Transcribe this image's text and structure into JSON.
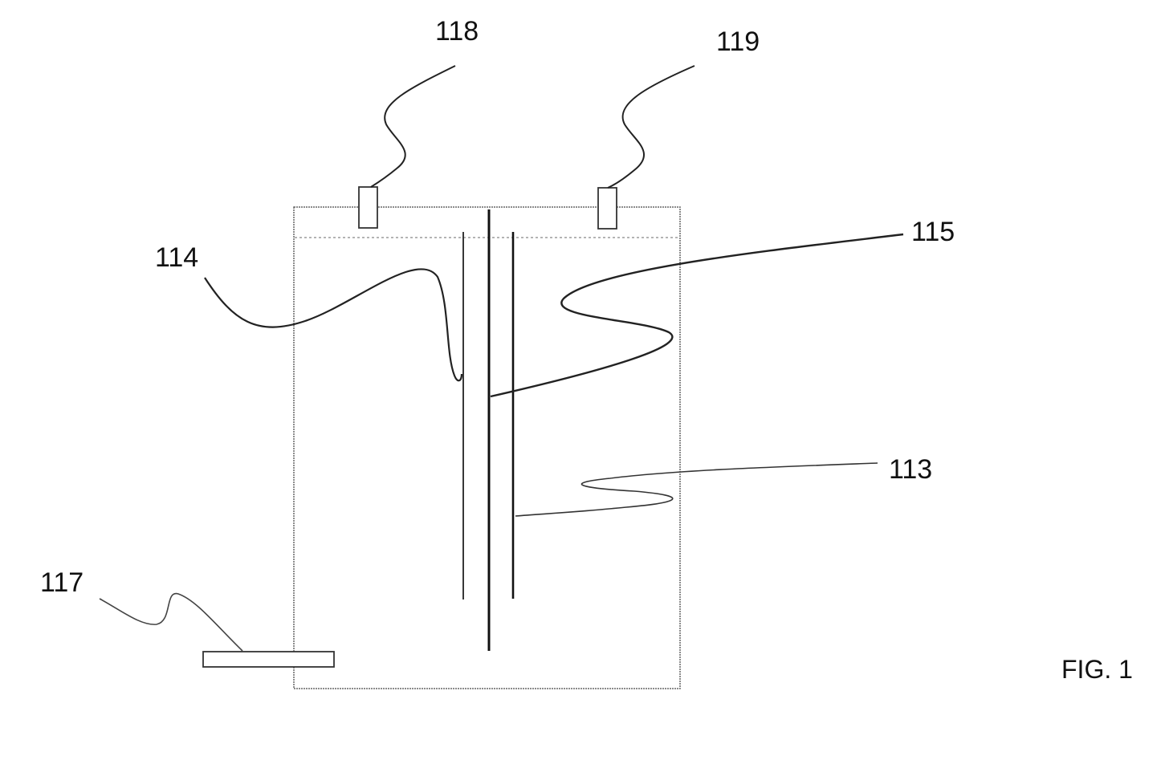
{
  "figure": {
    "caption": "FIG. 1",
    "line_color": "#111111",
    "outline_color": "#555555",
    "background": "#ffffff"
  },
  "labels": {
    "ref_113": "113",
    "ref_114": "114",
    "ref_115": "115",
    "ref_117": "117",
    "ref_118": "118",
    "ref_119": "119"
  }
}
